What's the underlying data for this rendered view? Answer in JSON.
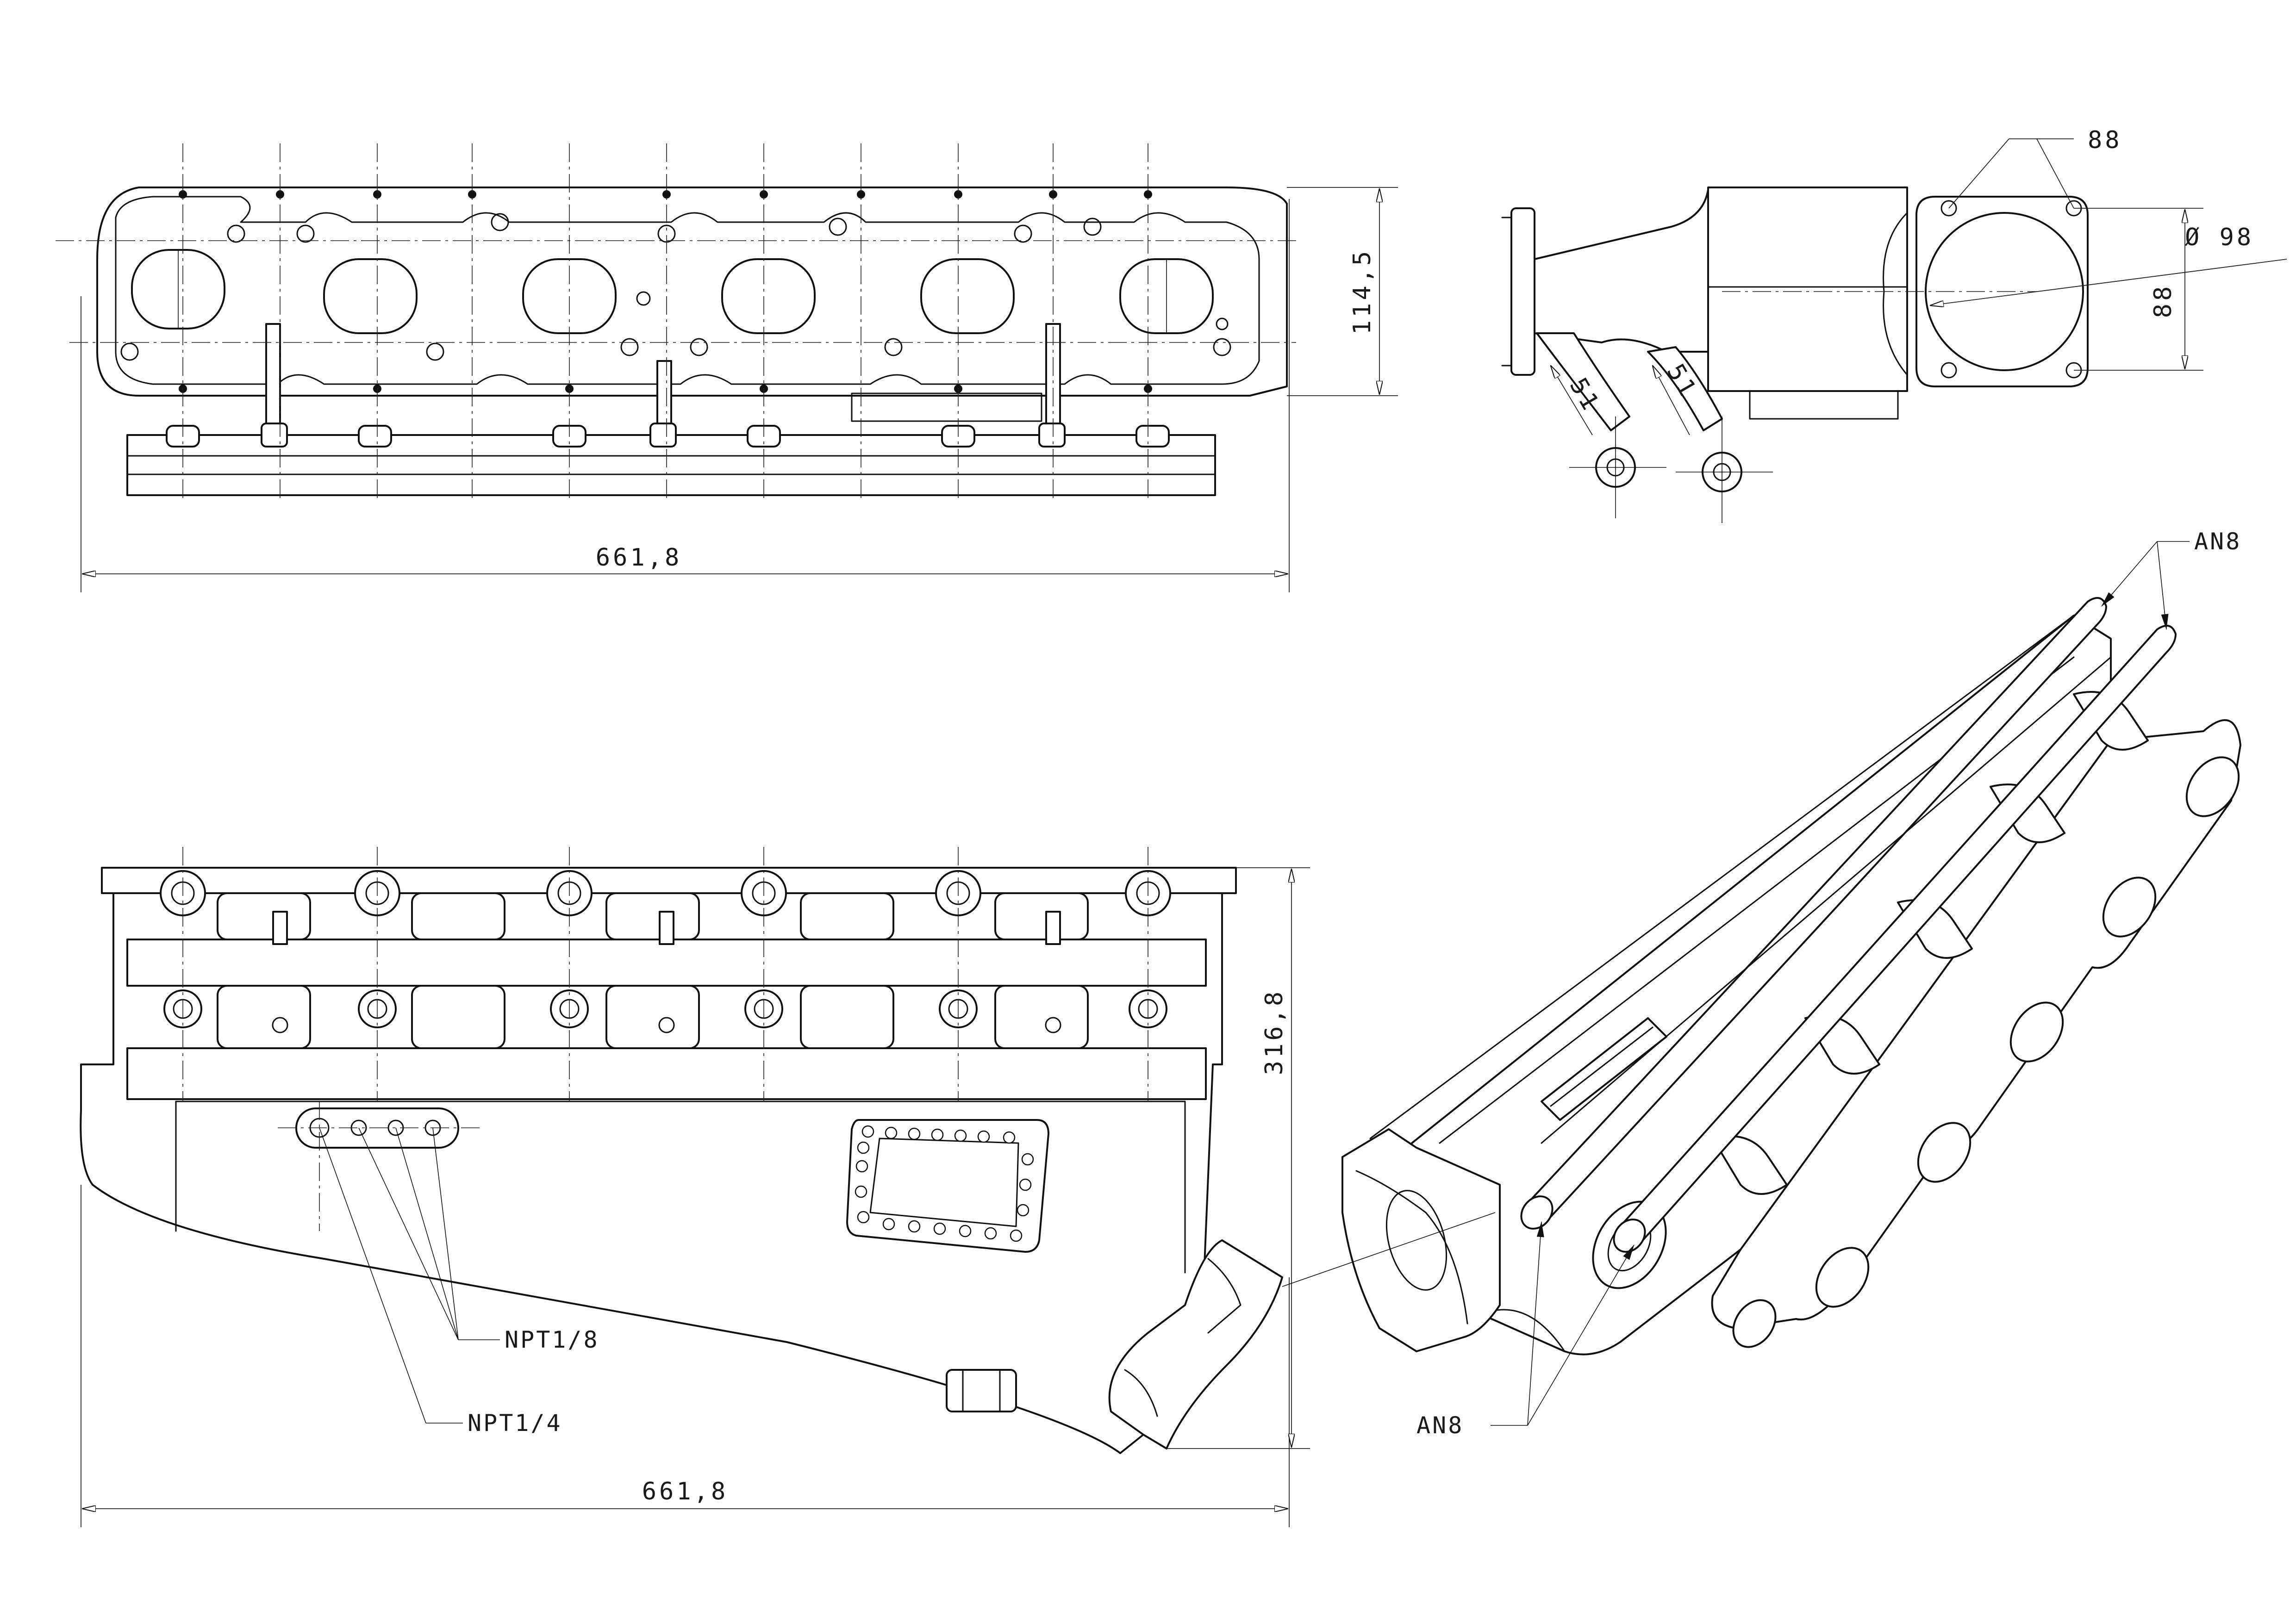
{
  "dimensions": {
    "top_width": "661,8",
    "top_height": "114,5",
    "side_width": "661,8",
    "side_height": "316,8",
    "flange_bolt": "88",
    "flange_height": "88",
    "flange_bore": "Ø 98",
    "angle_left": "51",
    "angle_right": "51"
  },
  "callouts": {
    "npt_small": "NPT1/8",
    "npt_large": "NPT1/4",
    "an_top": "AN8",
    "an_bottom": "AN8"
  },
  "colors": {
    "line": "#111111",
    "background": "#ffffff"
  }
}
